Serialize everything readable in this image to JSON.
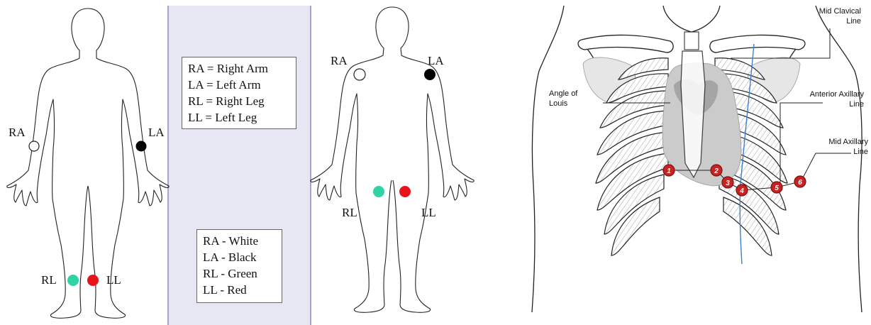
{
  "abbreviations": [
    "RA = Right Arm",
    "LA = Left Arm",
    "RL = Right Leg",
    "LL = Left Leg"
  ],
  "color_key": [
    "RA - White",
    "LA - Black",
    "RL - Green",
    "LL - Red"
  ],
  "front_figure": {
    "ra": "RA",
    "la": "LA",
    "rl": "RL",
    "ll": "LL"
  },
  "back_figure": {
    "ra": "RA",
    "la": "LA",
    "rl": "RL",
    "ll": "LL"
  },
  "chest": {
    "mid_clavical": [
      "Mid Clavical",
      "Line"
    ],
    "angle_of_louis": [
      "Angle of",
      "Louis"
    ],
    "anterior_axillary": [
      "Anterior Axillary",
      "Line"
    ],
    "mid_axillary": [
      "Mid Axillary",
      "Line"
    ],
    "electrodes": [
      "1",
      "2",
      "3",
      "4",
      "5",
      "6"
    ]
  },
  "colors": {
    "white": "#ffffff",
    "black": "#000000",
    "green": "#2fd3a6",
    "red": "#e8141c",
    "panel": "#e7e6f3",
    "electrode": "#c82323",
    "heart": "#c9c9c9",
    "midline": "#3b7fd0"
  }
}
